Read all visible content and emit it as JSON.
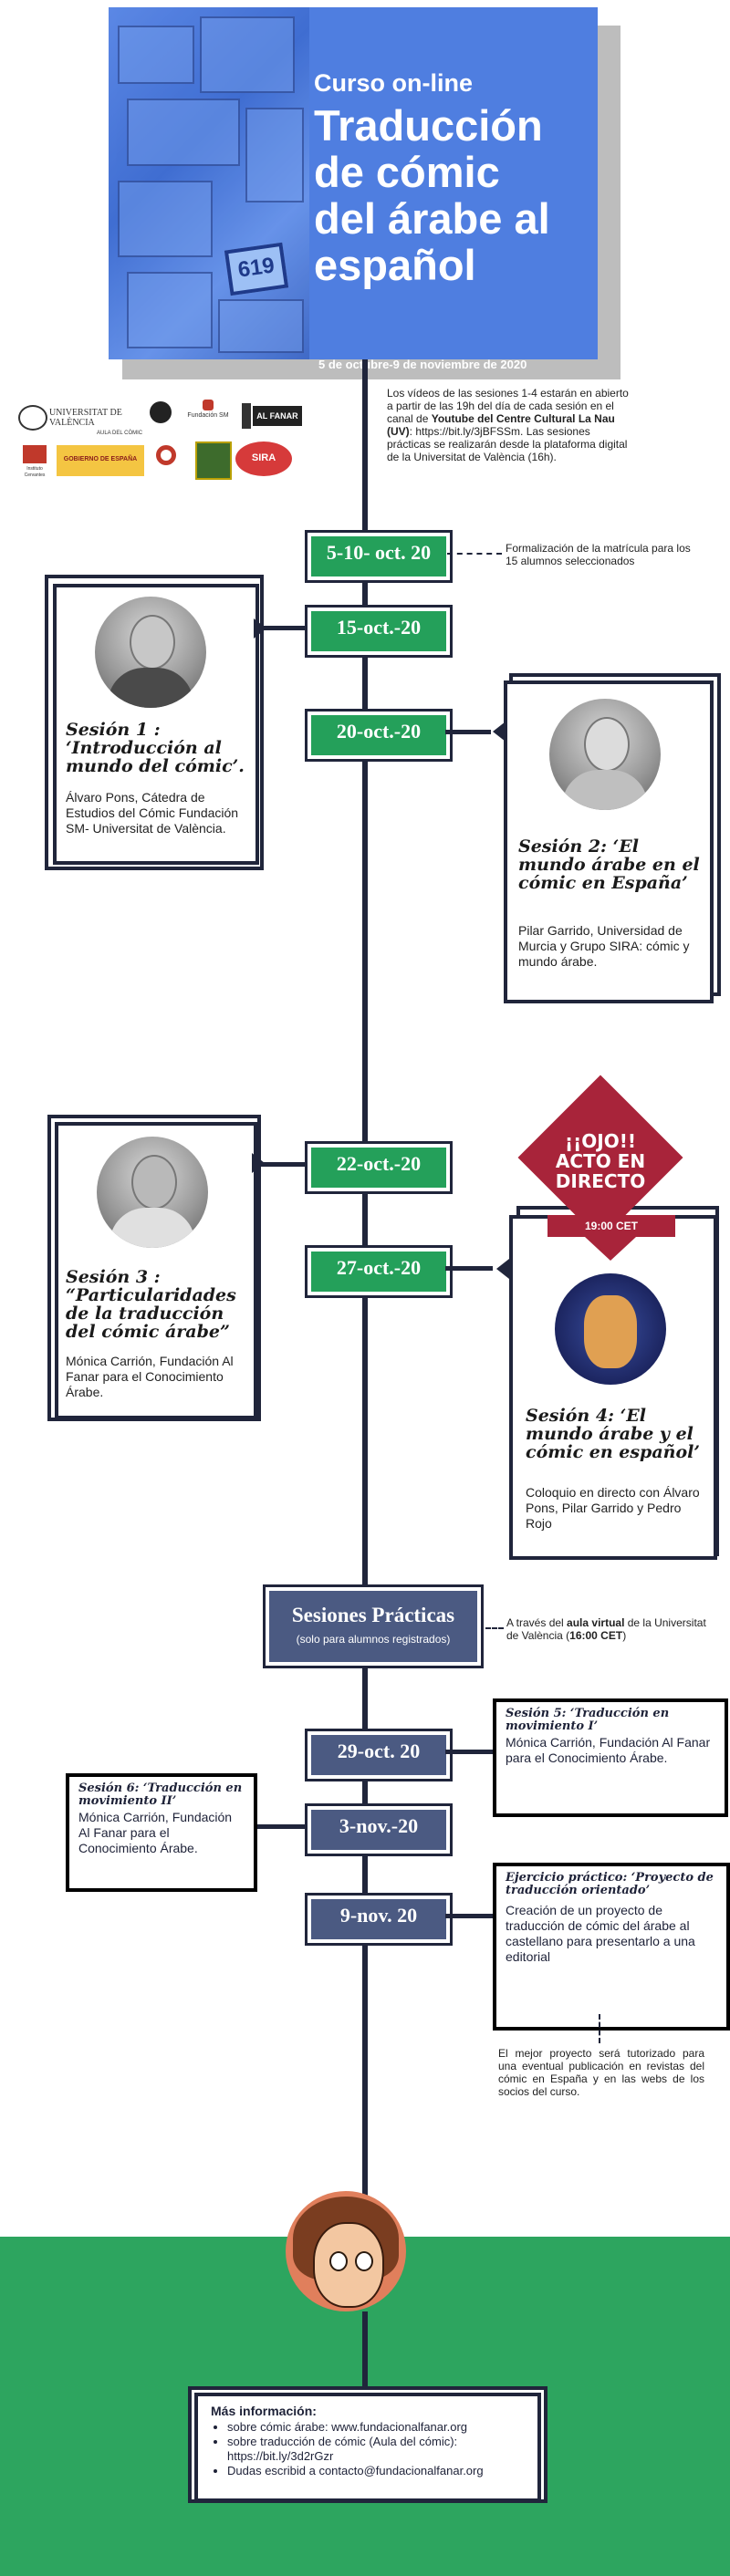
{
  "header": {
    "kicker": "Curso on-line",
    "title_lines": [
      "Traducción",
      "de cómic",
      "del árabe al",
      "español"
    ],
    "dates": "5 de octubre-9 de noviembre de 2020",
    "sign": "619"
  },
  "logos": {
    "uv": "UNIVERSITAT DE VALÈNCIA",
    "uv_sub": "AULA DEL CÒMIC",
    "fundacion_sm": "Fundación SM",
    "alfanar": "AL FANAR",
    "cervantes": "Instituto Cervantes",
    "ministerio": "GOBIERNO DE ESPAÑA",
    "sira": "SIRA"
  },
  "intro_note": {
    "line1": "Los vídeos de las sesiones 1-4 estarán en abierto  a partir de las 19h del día de cada sesión en el canal de ",
    "bold": "Youtube del Centre Cultural La Nau (UV)",
    "line2": ":  https://bit.ly/3jBFSSm. Las sesiones prácticas se realizarán desde la plataforma digital de la Universitat de València (16h)."
  },
  "timeline": {
    "d1": "5-10- oct. 20",
    "d1_note": "Formalización de la matrícula para los 15 alumnos seleccionados",
    "d2": "15-oct.-20",
    "d3": "20-oct.-20",
    "d4": "22-oct.-20",
    "d5": "27-oct.-20",
    "d6": "29-oct. 20",
    "d7": "3-nov.-20",
    "d8": "9-nov. 20"
  },
  "sessions": {
    "s1_title": "Sesión 1 : ‘Introducción al mundo del cómic’.",
    "s1_desc": "Álvaro Pons, Cátedra de Estudios del Cómic Fundación SM- Universitat de València.",
    "s2_title": "Sesión 2: ‘El mundo árabe en el cómic en España’",
    "s2_desc": "Pilar Garrido, Universidad de Murcia y Grupo SIRA: cómic y mundo árabe.",
    "s3_title": "Sesión 3 : “Particularidades de la traducción del cómic árabe”",
    "s3_desc": "Mónica Carrión, Fundación Al Fanar para el Conocimiento Árabe.",
    "s4_title": "Sesión 4: ‘El mundo árabe y el cómic en español’",
    "s4_desc": "Coloquio en directo con Álvaro Pons, Pilar Garrido y Pedro Rojo"
  },
  "ojo": {
    "l1": "¡¡OJO!!",
    "l2": "ACTO EN",
    "l3": "DIRECTO",
    "time": "19:00 CET"
  },
  "practicas": {
    "title": "Sesiones Prácticas",
    "subtitle": "(solo para alumnos registrados)",
    "note_a": "A través del ",
    "note_b": "aula virtual",
    "note_c": " de la Universitat de València (",
    "note_d": "16:00 CET",
    "note_e": ")"
  },
  "practical": {
    "s5_title": "Sesión 5: ‘Traducción en movimiento I’",
    "s5_desc": "Mónica Carrión, Fundación Al Fanar para el Conocimiento Árabe.",
    "s6_title": "Sesión 6: ‘Traducción en movimiento II’",
    "s6_desc": "Mónica Carrión, Fundación Al Fanar para el Conocimiento Árabe.",
    "ej_title": "Ejercicio práctico: ‘Proyecto de traducción orientado’",
    "ej_desc": "Creación de un proyecto de traducción de cómic del árabe al castellano para presentarlo a una editorial",
    "ej_note": "El mejor proyecto será tutorizado para una eventual publicación en revistas del cómic en España y en las webs de los socios del curso."
  },
  "info": {
    "title": "Más información:",
    "items": [
      "sobre cómic árabe:  www.fundacionalfanar.org",
      "sobre traducción de cómic (Aula del cómic): https://bit.ly/3d2rGzr",
      "Dudas escribid a contacto@fundacionalfanar.org"
    ]
  },
  "colors": {
    "header_blue": "#4f7ee0",
    "green": "#24a05a",
    "navy": "#4b5a82",
    "red": "#a8243a",
    "dark": "#20253b"
  }
}
